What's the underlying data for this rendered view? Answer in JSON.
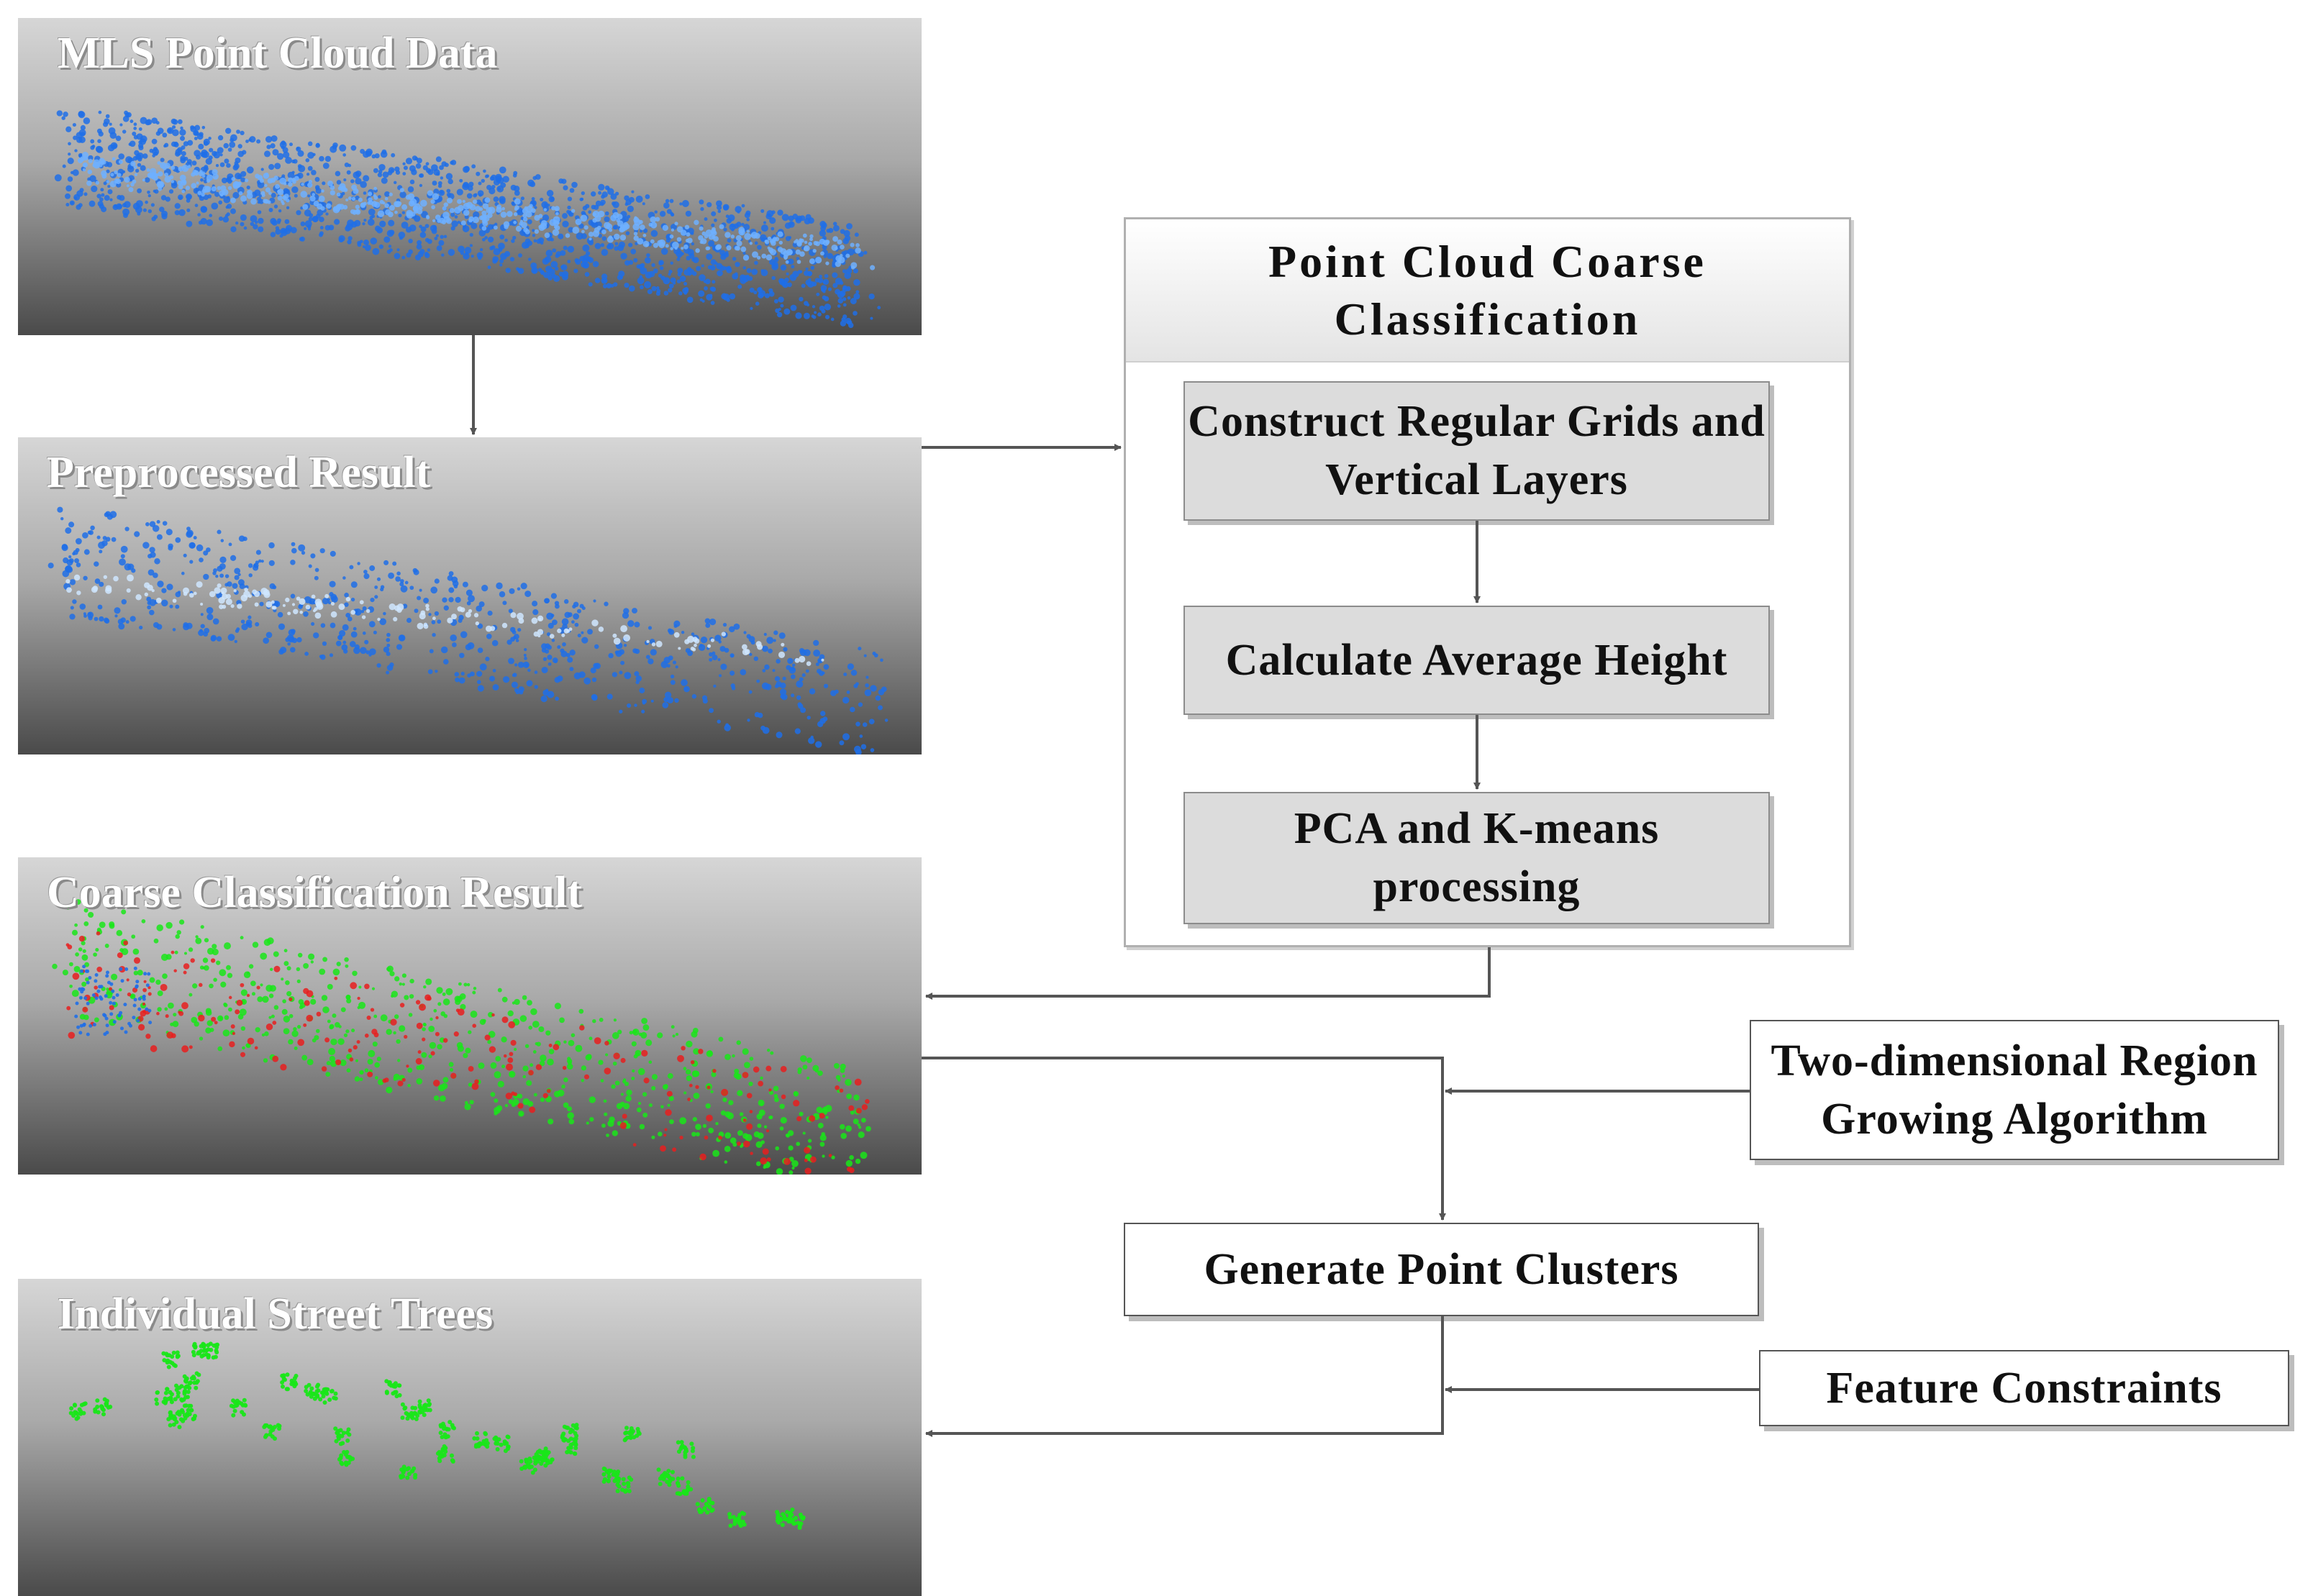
{
  "panels": [
    {
      "label": "MLS Point Cloud Data"
    },
    {
      "label": "Preprocessed Result"
    },
    {
      "label": "Coarse Classification Result"
    },
    {
      "label": "Individual Street Trees"
    }
  ],
  "coarse_classification": {
    "title": "Point Cloud Coarse Classification",
    "steps": [
      "Construct Regular Grids and Vertical Layers",
      "Calculate Average Height",
      "PCA and K-means processing"
    ]
  },
  "region_growing": "Two-dimensional Region Growing Algorithm",
  "point_clusters": "Generate Point Clusters",
  "feature_constraints": "Feature Constraints",
  "colors": {
    "point_blue": "#1f6fe8",
    "tree_green": "#19e619",
    "pole_red": "#e81e1e",
    "arrow": "#555555"
  }
}
